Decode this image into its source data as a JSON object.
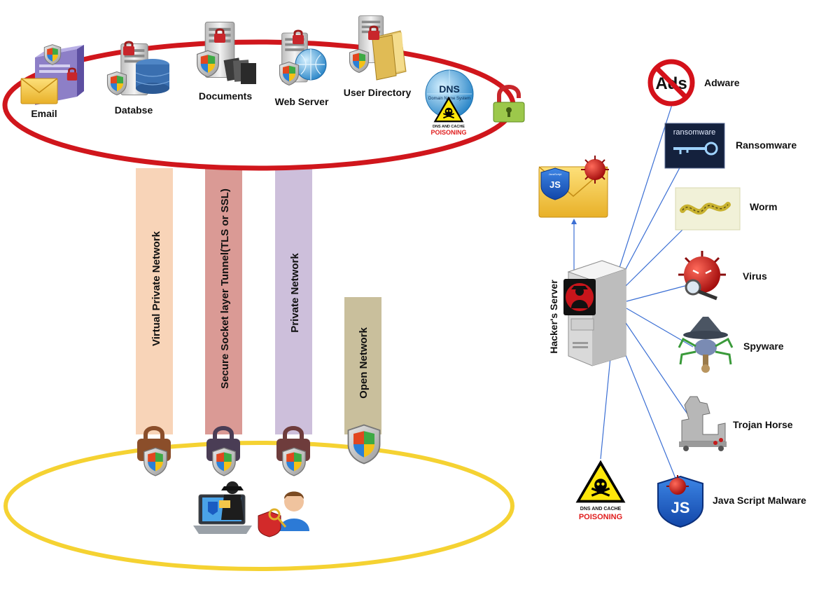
{
  "top_ring": {
    "items": [
      {
        "label": "Email",
        "icon": "email-server-icon"
      },
      {
        "label": "Databse",
        "icon": "database-server-icon"
      },
      {
        "label": "Documents",
        "icon": "documents-server-icon"
      },
      {
        "label": "Web Server",
        "icon": "web-server-icon"
      },
      {
        "label": "User Directory",
        "icon": "user-directory-icon"
      }
    ],
    "dns": {
      "title": "DNS",
      "subtitle": "Domain Name System",
      "badge_line1": "DNS AND CACHE",
      "badge_line2": "POISONING"
    },
    "ring_color": "#d0161c"
  },
  "tunnels": [
    {
      "label": "Virtual Private Network",
      "color": "#f8d4b8",
      "lock_color": "#8b4e2a"
    },
    {
      "label": "Secure Socket layer Tunnel(TLS or SSL)",
      "color": "#da9a95",
      "lock_color": "#4a3d55"
    },
    {
      "label": "Private Network",
      "color": "#cdbfdb",
      "lock_color": "#6e3c3c"
    },
    {
      "label": "Open Network",
      "color": "#c9bf9c"
    }
  ],
  "bottom_ring": {
    "ring_color": "#f5d232"
  },
  "hacker": {
    "server_label": "Hacker's  Server",
    "link_color": "#3b6fd4",
    "email_js_label": "JS",
    "email_js_caption": "JavaScript",
    "dns_poison": {
      "line1": "DNS AND CACHE",
      "line2": "POISONING"
    },
    "threats": [
      {
        "label": "Adware",
        "icon": "no-ads-icon",
        "badge": "Ads"
      },
      {
        "label": "Ransomware",
        "icon": "ransomware-icon",
        "badge": "ransomware"
      },
      {
        "label": "Worm",
        "icon": "worm-icon"
      },
      {
        "label": "Virus",
        "icon": "virus-icon"
      },
      {
        "label": "Spyware",
        "icon": "spyware-icon"
      },
      {
        "label": "Trojan Horse",
        "icon": "trojan-horse-icon"
      },
      {
        "label": "Java Script Malware",
        "icon": "js-malware-icon",
        "badge": "JS"
      }
    ]
  }
}
